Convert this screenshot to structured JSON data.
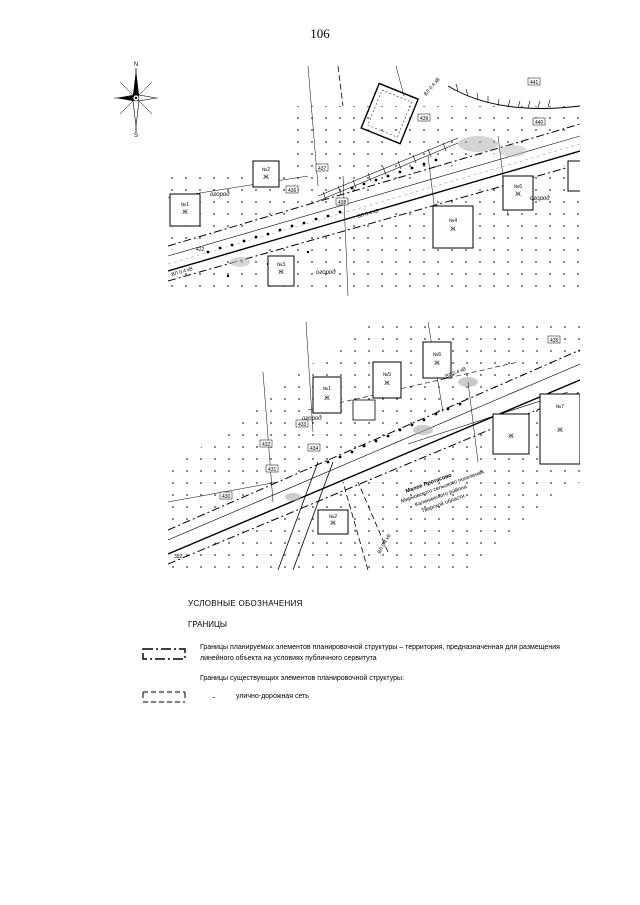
{
  "page_number": "106",
  "compass": {
    "north": "N",
    "south": "S"
  },
  "map1": {
    "labels": {
      "ogorod_1": "огород",
      "ogorod_2": "огород",
      "ogorod_3": "огород",
      "house_1": "Ж",
      "house_2": "Ж",
      "house_3": "Ж",
      "house_4": "Ж",
      "house_5": "Ж",
      "h_n1": "№1",
      "h_n2": "№2",
      "h_n3": "№3",
      "h_n4": "№4",
      "h_n6": "№6",
      "p436": "436",
      "p437": "437",
      "p438": "438",
      "p439": "439",
      "p440": "440",
      "p441": "441",
      "p422": "422",
      "vl1": "ВЛ 0.4 кВ",
      "vl2": "ВЛ 0.4 кВ",
      "vl3": "ВЛ 0.4 кВ"
    }
  },
  "map2": {
    "labels": {
      "ogorod": "огород",
      "house_1": "Ж",
      "house_2": "Ж",
      "house_3": "Ж",
      "house_4": "Ж",
      "house_5": "Ж",
      "house_6": "Ж",
      "h_n1": "№1",
      "h_n2": "№2",
      "h_n5": "№5",
      "h_n6": "№6",
      "h_n7": "№7",
      "p433": "433",
      "p434": "434",
      "p435": "435",
      "p432": "432",
      "p431": "431",
      "p430": "430",
      "p392": "392",
      "vl1": "ВЛ 0.4 кВ",
      "vl2": "ВЛ 0.4 кВ",
      "place_1": "Малое Протасово",
      "place_2": "Мирновского сельского поселения",
      "place_3": "Калининского района",
      "place_4": "Тверской области"
    }
  },
  "legend": {
    "title": "УСЛОВНЫЕ ОБОЗНАЧЕНИЯ",
    "section": "ГРАНИЦЫ",
    "item1": "Границы планируемых элементов планировочной структуры – территория, предназначенная для размещения линейного объекта на условиях публичного сервитута",
    "item2_header": "Границы существующих элементов планировочной структуры:",
    "item2_dash": "–",
    "item2": "улично-дорожная сеть"
  }
}
